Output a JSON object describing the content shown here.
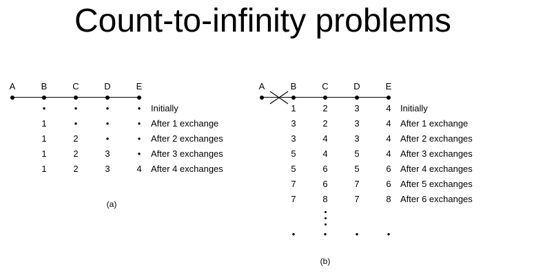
{
  "title": "Count-to-infinity problems",
  "diagram_a": {
    "caption": "(a)",
    "nodes": [
      "A",
      "B",
      "C",
      "D",
      "E"
    ],
    "rows": [
      {
        "cells": [
          "•",
          "•",
          "•",
          "•"
        ],
        "label": "Initially"
      },
      {
        "cells": [
          "1",
          "•",
          "•",
          "•"
        ],
        "label": "After 1 exchange"
      },
      {
        "cells": [
          "1",
          "2",
          "•",
          "•"
        ],
        "label": "After 2 exchanges"
      },
      {
        "cells": [
          "1",
          "2",
          "3",
          "•"
        ],
        "label": "After 3 exchanges"
      },
      {
        "cells": [
          "1",
          "2",
          "3",
          "4"
        ],
        "label": "After 4 exchanges"
      }
    ]
  },
  "diagram_b": {
    "caption": "(b)",
    "nodes": [
      "A",
      "B",
      "C",
      "D",
      "E"
    ],
    "link_broken": "A-B",
    "rows": [
      {
        "cells": [
          "1",
          "2",
          "3",
          "4"
        ],
        "label": "Initially"
      },
      {
        "cells": [
          "3",
          "2",
          "3",
          "4"
        ],
        "label": "After 1 exchange"
      },
      {
        "cells": [
          "3",
          "4",
          "3",
          "4"
        ],
        "label": "After 2 exchanges"
      },
      {
        "cells": [
          "5",
          "4",
          "5",
          "4"
        ],
        "label": "After 3 exchanges"
      },
      {
        "cells": [
          "5",
          "6",
          "5",
          "6"
        ],
        "label": "After 4 exchanges"
      },
      {
        "cells": [
          "7",
          "6",
          "7",
          "6"
        ],
        "label": "After 5 exchanges"
      },
      {
        "cells": [
          "7",
          "8",
          "7",
          "8"
        ],
        "label": "After 6 exchanges"
      }
    ],
    "final_row": [
      "•",
      "•",
      "•",
      "•"
    ]
  }
}
